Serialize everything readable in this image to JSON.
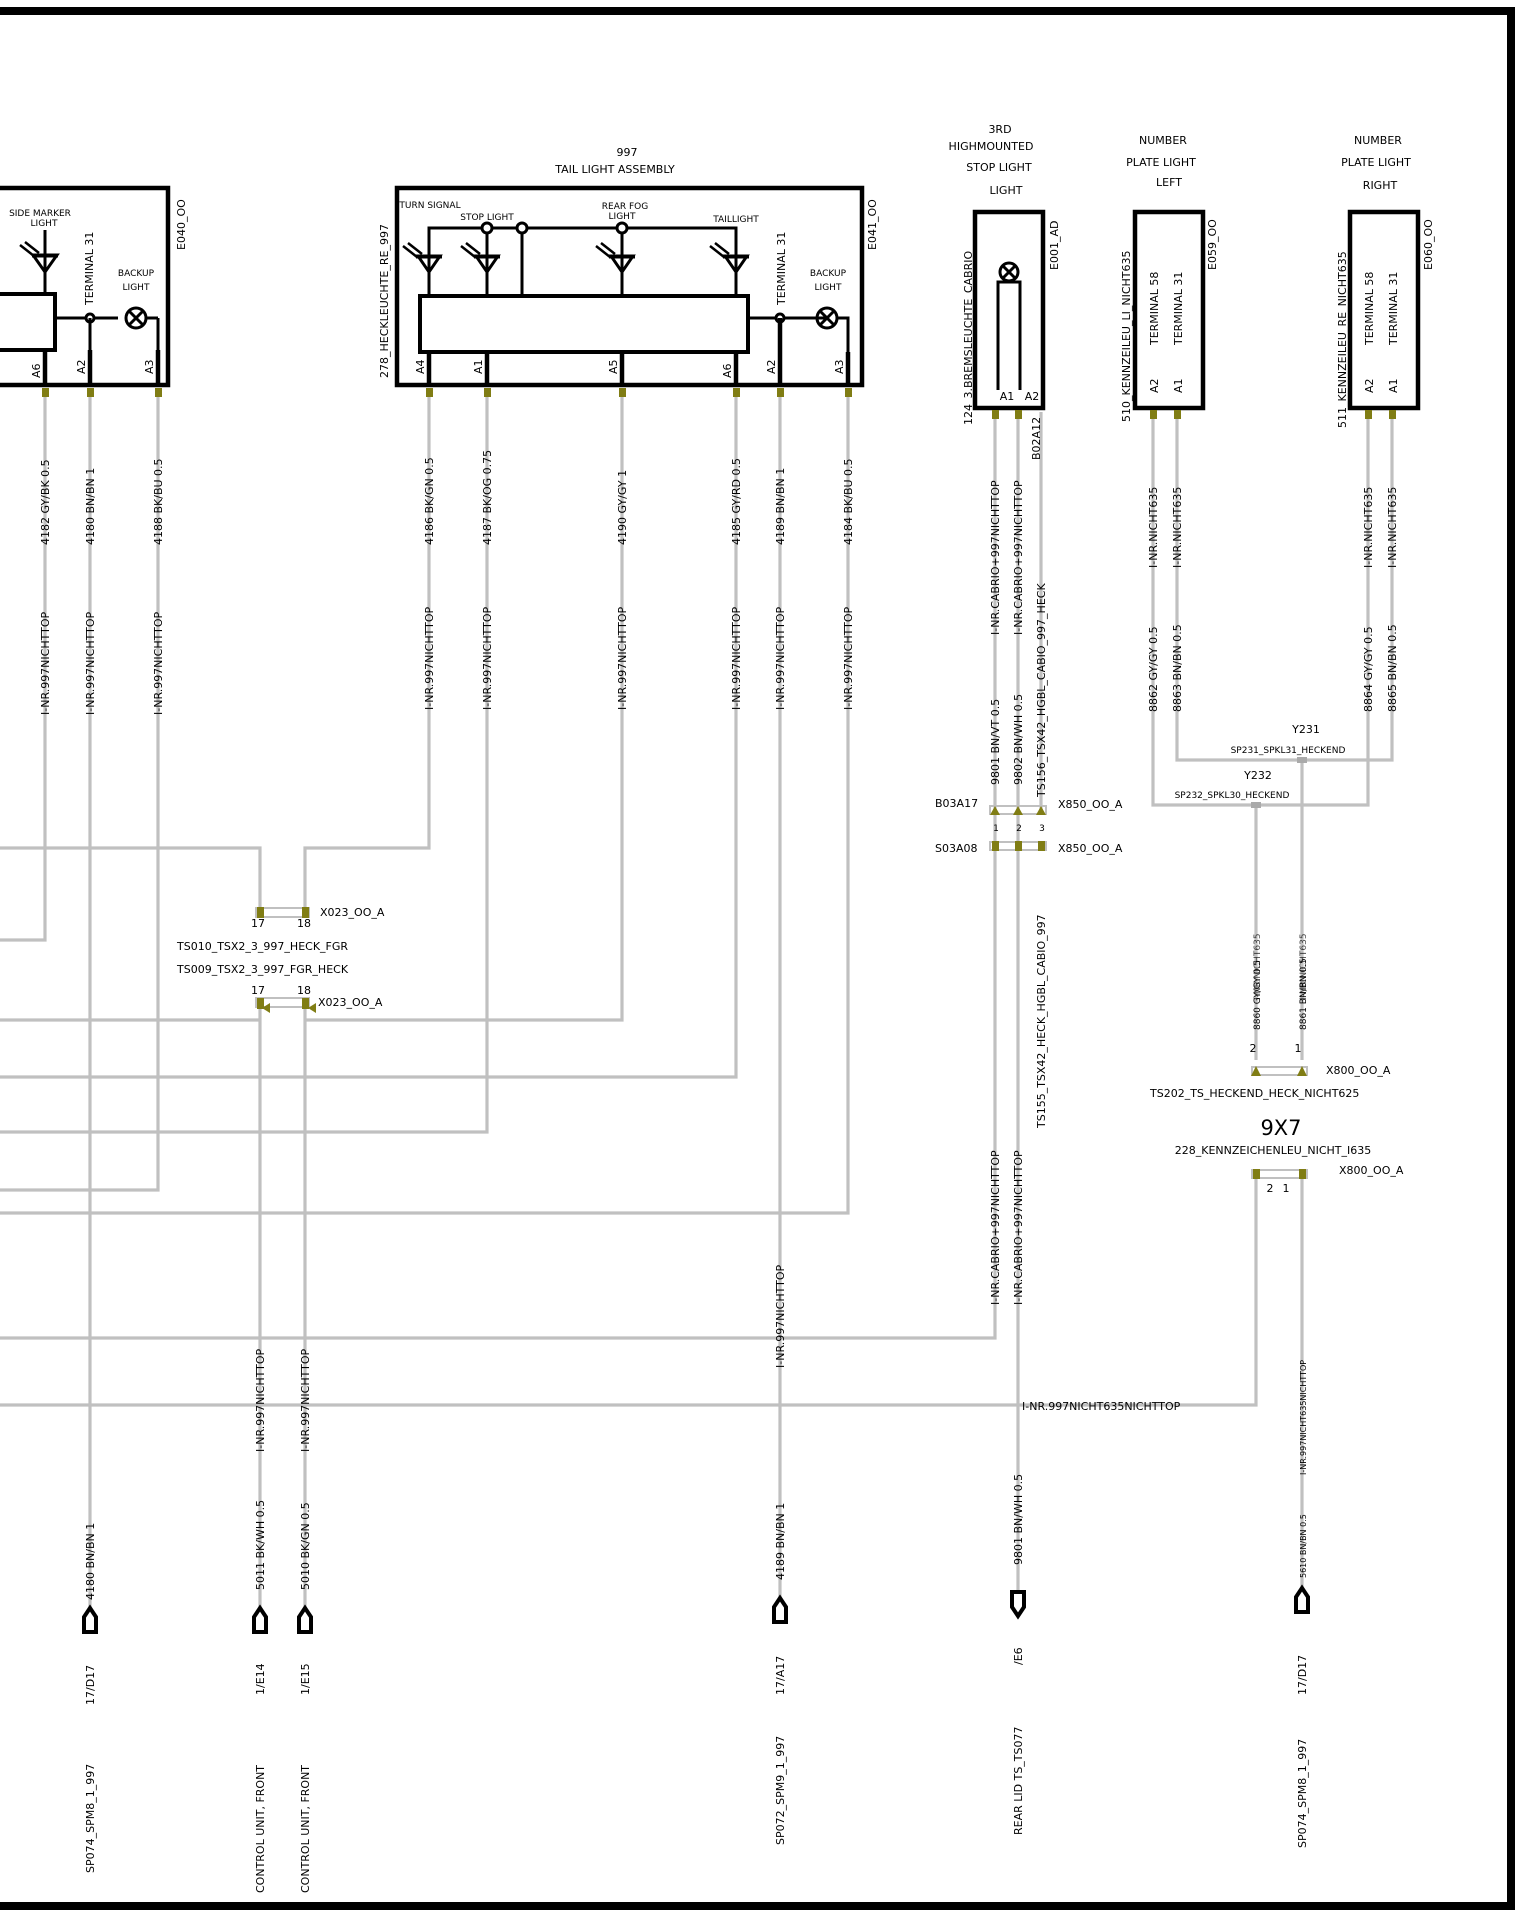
{
  "components": {
    "e040": {
      "id": "E040_OO",
      "side_marker_1": "SIDE MARKER",
      "side_marker_2": "LIGHT",
      "terminal": "TERMINAL 31",
      "backup_1": "BACKUP",
      "backup_2": "LIGHT",
      "pins": [
        "A6",
        "A2",
        "A3"
      ]
    },
    "e041": {
      "title_1": "997",
      "title_2": "TAIL LIGHT ASSEMBLY",
      "id": "E041_OO",
      "name": "278_HECKLEUCHTE_RE_997",
      "turn_signal": "TURN SIGNAL",
      "stop_light": "STOP LIGHT",
      "rear_fog_1": "REAR FOG",
      "rear_fog_2": "LIGHT",
      "taillight": "TAILLIGHT",
      "terminal": "TERMINAL 31",
      "backup_1": "BACKUP",
      "backup_2": "LIGHT",
      "pins": [
        "A4",
        "A1",
        "A5",
        "A6",
        "A2",
        "A3"
      ]
    },
    "e001": {
      "title": [
        "3RD",
        "HIGHMOUNTED",
        "STOP LIGHT",
        "LIGHT"
      ],
      "id": "E001_AD",
      "name": "124_3.BREMSLEUCHTE_CABRIO",
      "sub": "B02A12",
      "pins": [
        "A1",
        "A2"
      ]
    },
    "e059": {
      "title": [
        "NUMBER",
        "PLATE LIGHT",
        "LEFT"
      ],
      "id": "E059_OO",
      "name": "510_KENNZEILEU_LI_NICHT635",
      "t58": "TERMINAL 58",
      "t31": "TERMINAL 31",
      "pins": [
        "A2",
        "A1"
      ]
    },
    "e060": {
      "title": [
        "NUMBER",
        "PLATE LIGHT",
        "RIGHT"
      ],
      "id": "E060_OO",
      "name": "511_KENNZEILEU_RE_NICHT635",
      "t58": "TERMINAL 58",
      "t31": "TERMINAL 31",
      "pins": [
        "A2",
        "A1"
      ]
    }
  },
  "wires": {
    "w4182": "4182 GY/BK 0.5",
    "w4180": "4180 BN/BN 1",
    "w4188": "4188 BK/BU 0.5",
    "w4186": "4186 BK/GN 0.5",
    "w4187": "4187 BK/OG 0.75",
    "w4190": "4190 GY/GY 1",
    "w4185": "4185 GY/RD 0.5",
    "w4189": "4189 BN/BN 1",
    "w4184": "4184 BK/BU 0.5",
    "w9801": "9801 BN/VT 0.5",
    "w9802": "9802 BN/WH 0.5",
    "w8862": "8862 GY/GY 0.5",
    "w8863": "8863 BN/BN 0.5",
    "w8864": "8864 GY/GY 0.5",
    "w8865": "8865 BN/BN 0.5",
    "w8860": "8860 GY/GY 0.5",
    "w8861": "8861 BN/BN 0.5",
    "w4180b": "4180 BN/BN 1",
    "w5011": "5011 BK/WH 0.5",
    "w5010": "5010 BK/GN 0.5",
    "w4189b": "4189 BN/BN 1",
    "w9801b": "9801 BN/WH 0.5",
    "w5610": "5610 BN/BN 0.5"
  },
  "conditions": {
    "nr997": "I-NR.997NICHTTOP",
    "cabrio": "I-NR.CABRIO+997NICHTTOP",
    "nicht635": "I-NR.NICHT635",
    "nr997_635": "I-NR.997NICHT635NICHTTOP",
    "nr997_635_small": "I-NR.997NICHT635NICHTTOP"
  },
  "connectors": {
    "x023_top": "X023_OO_A",
    "x023_bot": "X023_OO_A",
    "pin17": "17",
    "pin18": "18",
    "ts010": "TS010_TSX2_3_997_HECK_FGR",
    "ts009": "TS009_TSX2_3_997_FGR_HECK",
    "b03a17": "B03A17",
    "s03a08": "S03A08",
    "x850_top": "X850_OO_A",
    "x850_bot": "X850_OO_A",
    "p1": "1",
    "p2": "2",
    "p3": "3",
    "ts156": "TS156_TSX42_HGBL_CABIO_997_HECK",
    "ts155": "TS155_TSX42_HECK_HGBL_CABIO_997",
    "y231": "Y231",
    "sp231": "SP231_SPKL31_HECKEND",
    "y232": "Y232",
    "sp232": "SP232_SPKL30_HECKEND",
    "x800_top": "X800_OO_A",
    "x800_bot": "X800_OO_A",
    "ts202": "TS202_TS_HECKEND_HECK_NICHT625",
    "grid": "9X7",
    "k228": "228_KENNZEICHENLEU_NICHT_I635",
    "pin_2": "2",
    "pin_1": "1"
  },
  "destinations": {
    "d1_ref": "17/D17",
    "d1_name": "SP074_SPM8_1_997",
    "d2_ref": "1/E14",
    "d2_name": "CONTROL UNIT, FRONT",
    "d3_ref": "1/E15",
    "d3_name": "CONTROL UNIT, FRONT",
    "d4_ref": "17/A17",
    "d4_name": "SP072_SPM9_1_997",
    "d5_ref": "/E6",
    "d5_name": "REAR LID TS_TS077",
    "d6_ref": "17/D17",
    "d6_name": "SP074_SPM8_1_997"
  }
}
